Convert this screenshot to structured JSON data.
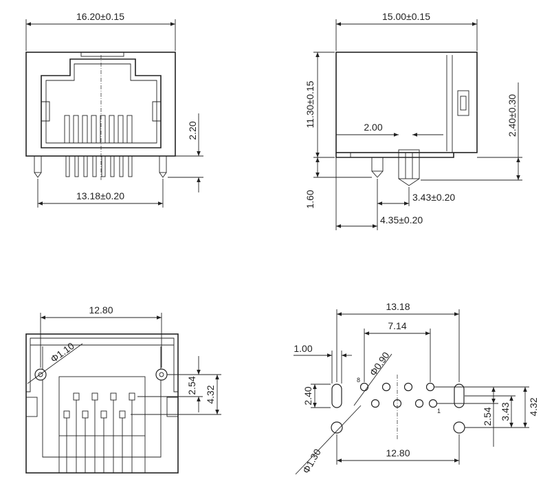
{
  "views": {
    "front": {
      "width_label": "16.20±0.15",
      "height_label": "2.20",
      "pin_span_label": "13.18±0.20"
    },
    "side": {
      "width_label": "15.00±0.15",
      "height_label": "11.30±0.15",
      "led_height_label": "2.40±0.30",
      "pin_length_label": "2.00",
      "base_label": "1.60",
      "pin_offset_1_label": "3.43±0.20",
      "pin_offset_2_label": "4.35±0.20"
    },
    "bottom": {
      "span_label": "12.80",
      "hole_label": "Φ1.10",
      "pitch_label_1": "2.54",
      "pitch_label_2": "4.32"
    },
    "pcb_layout": {
      "overall_label": "13.18",
      "row_span_label": "7.14",
      "slot_width_label": "1.00",
      "pin_hole_label": "Φ0.90",
      "slot_height_label": "2.40",
      "post_hole_label": "Φ1.30",
      "post_span_label": "12.80",
      "row_pitch_label": "2.54",
      "dim_343_label": "3.43",
      "dim_432_label": "4.32",
      "pin_8_label": "8",
      "pin_1_label": "1"
    }
  }
}
